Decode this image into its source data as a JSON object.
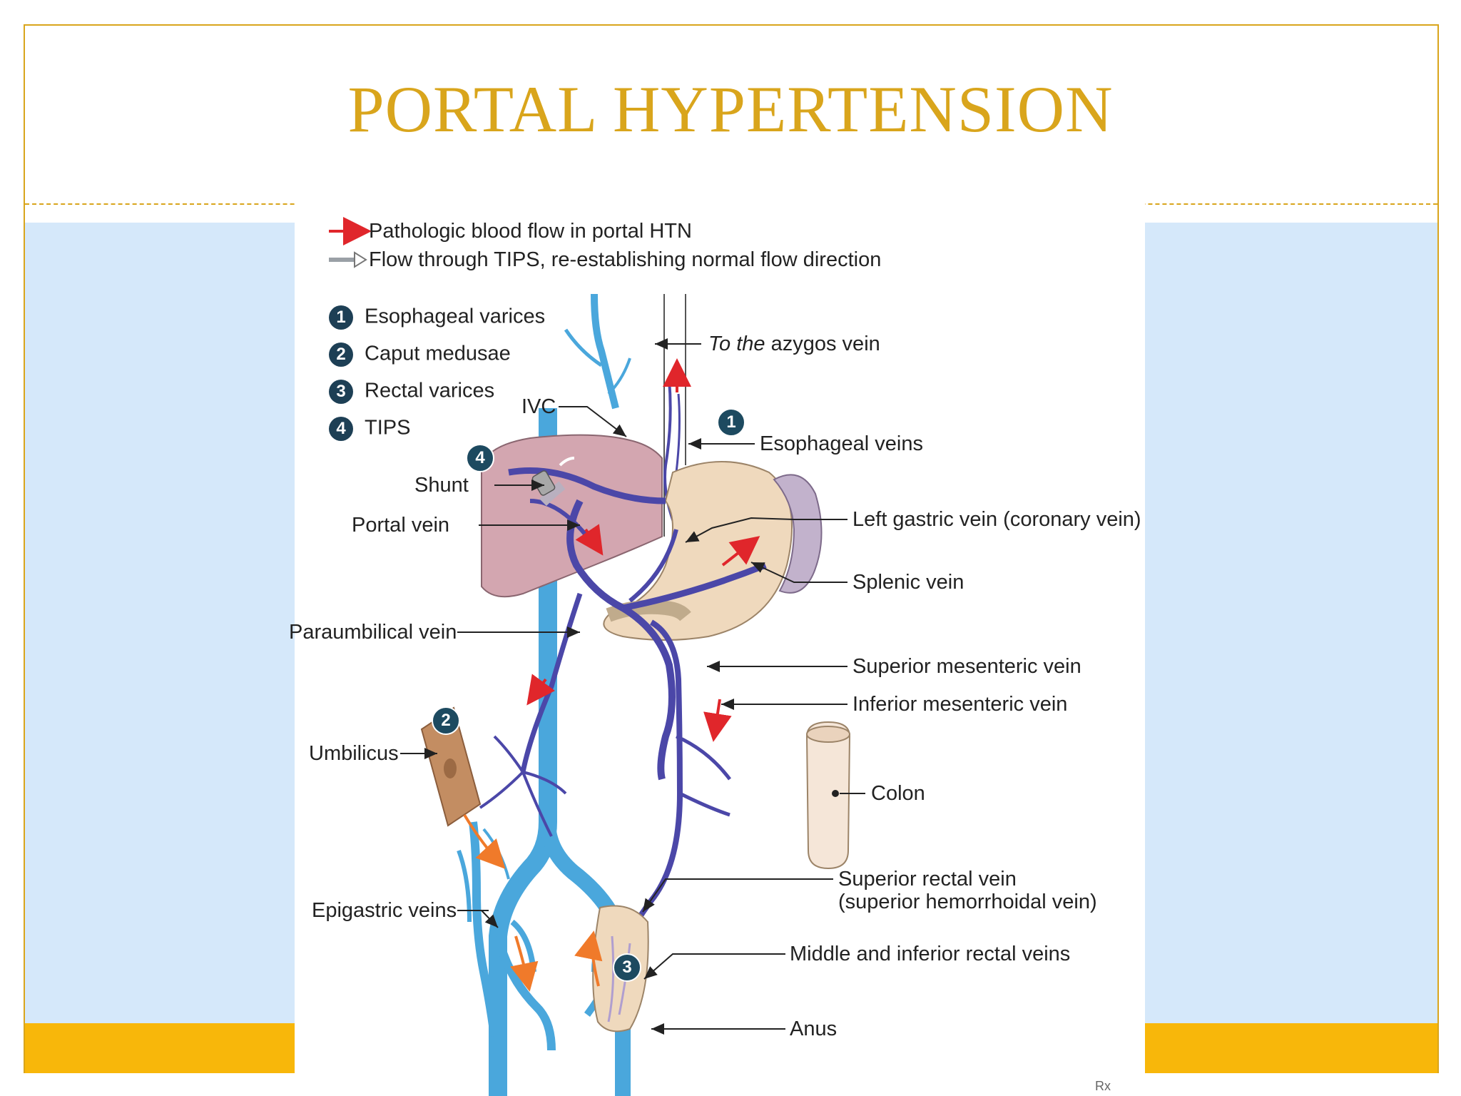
{
  "slide": {
    "title": "PORTAL HYPERTENSION"
  },
  "colors": {
    "gold": "#d9a51c",
    "band": "#f8b70a",
    "panel": "#d5e8fa",
    "systemic_vein": "#4aa7dc",
    "portal_vein": "#4b47a8",
    "pathologic_arrow": "#e0262b"
  },
  "diagram": {
    "legend": {
      "pathologic_flow": "Pathologic blood flow in portal HTN",
      "tips_flow": "Flow through TIPS, re-establishing normal flow direction"
    },
    "numbered_key": [
      {
        "num": "1",
        "label": "Esophageal varices"
      },
      {
        "num": "2",
        "label": "Caput medusae"
      },
      {
        "num": "3",
        "label": "Rectal varices"
      },
      {
        "num": "4",
        "label": "TIPS"
      }
    ],
    "labels": {
      "azygos_italic": "To the",
      "azygos_rest": " azygos vein",
      "ivc": "IVC",
      "esophageal_veins": "Esophageal veins",
      "shunt": "Shunt",
      "portal_vein": "Portal vein",
      "left_gastric": "Left gastric vein (coronary vein)",
      "splenic": "Splenic vein",
      "paraumbilical": "Paraumbilical vein",
      "superior_mesenteric": "Superior mesenteric vein",
      "inferior_mesenteric": "Inferior mesenteric vein",
      "umbilicus": "Umbilicus",
      "colon": "Colon",
      "epigastric": "Epigastric veins",
      "superior_rectal_1": "Superior rectal vein",
      "superior_rectal_2": "(superior hemorrhoidal vein)",
      "middle_inferior_rectal": "Middle and inferior rectal veins",
      "anus": "Anus"
    },
    "badges": {
      "esophageal": "1",
      "umbilicus": "2",
      "rectal": "3",
      "tips": "4"
    },
    "watermark": "Rx"
  }
}
